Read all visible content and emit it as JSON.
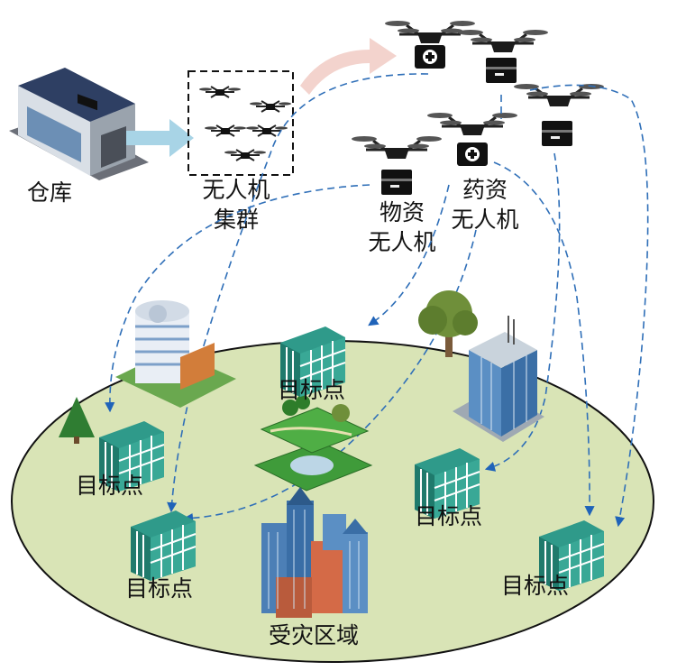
{
  "labels": {
    "warehouse": "仓库",
    "swarm_line1": "无人机",
    "swarm_line2": "集群",
    "supply_line1": "物资",
    "supply_line2": "无人机",
    "medicine_line1": "药资",
    "medicine_line2": "无人机",
    "target": "目标点",
    "disaster_area": "受灾区域"
  },
  "colors": {
    "ground": "#d9e4b6",
    "flight_path": "#2f6fb8",
    "arrow_head": "#1f63b9",
    "target_building": "#2b9383",
    "warehouse_arrow": "#a8d4e6",
    "swarm_arrow": "#f3d3cd"
  }
}
